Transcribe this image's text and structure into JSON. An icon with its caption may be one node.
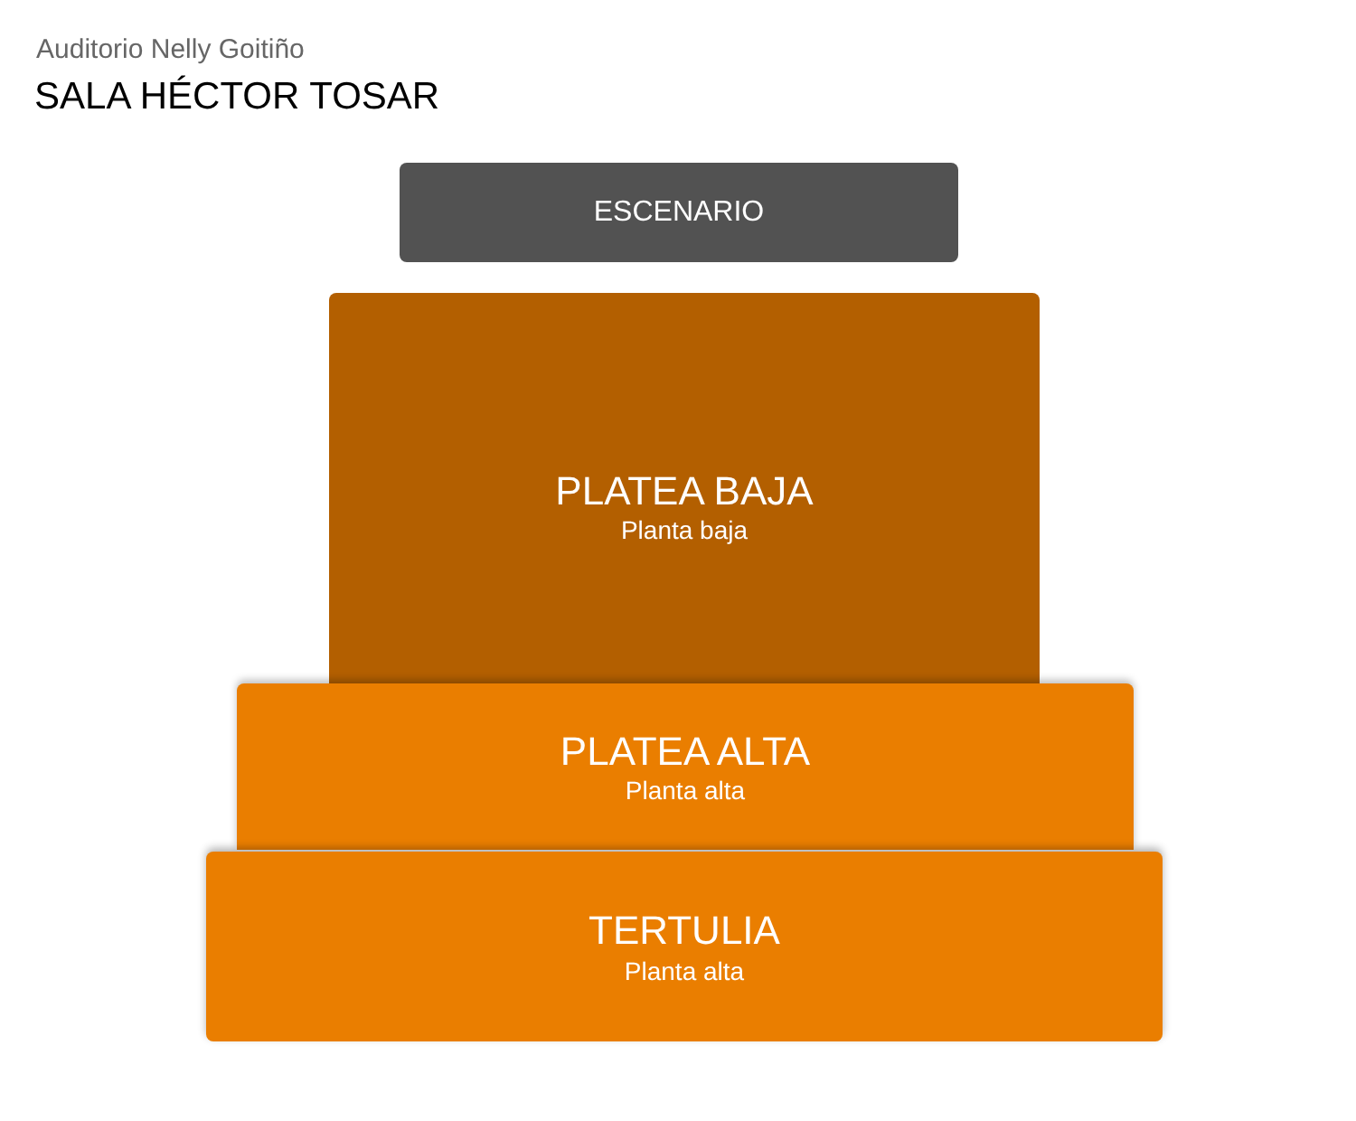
{
  "diagram": {
    "title": "SALA HÉCTOR TOSAR",
    "labels": [
      "Auditorio Nelly Goitiño"
    ],
    "nodes": [
      {
        "text": [
          "ESCENARIO"
        ]
      },
      {
        "text": [
          "PLATEA BAJA",
          "Planta baja"
        ]
      },
      {
        "text": [
          "PLATEA ALTA",
          "Planta alta"
        ]
      },
      {
        "text": [
          "TERTULIA",
          "Planta alta"
        ]
      }
    ]
  }
}
